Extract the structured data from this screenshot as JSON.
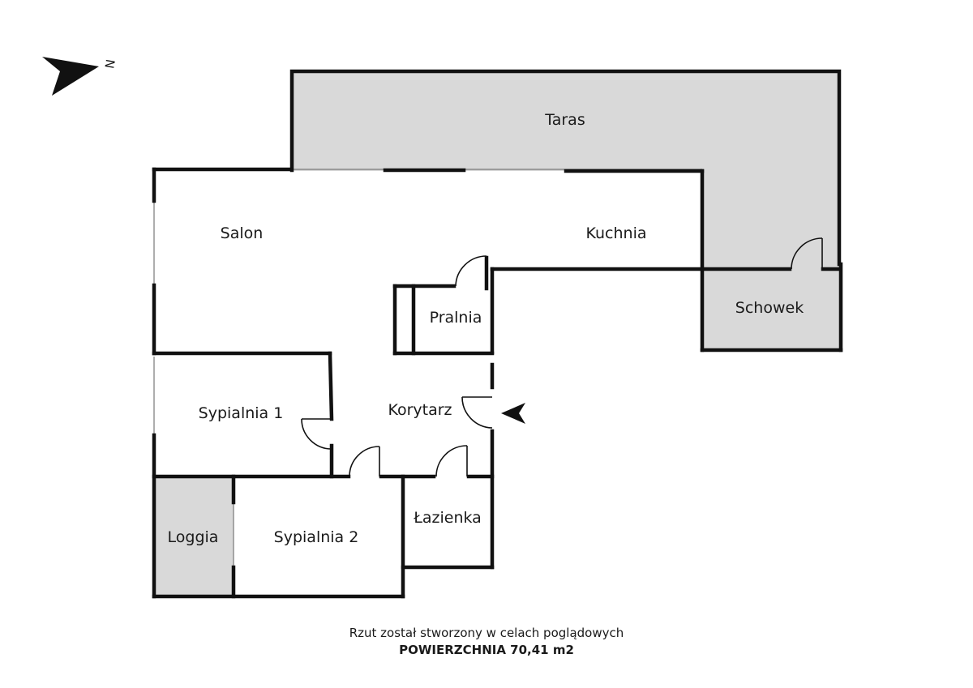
{
  "rooms": {
    "taras": "Taras",
    "salon": "Salon",
    "kuchnia": "Kuchnia",
    "pralnia": "Pralnia",
    "schowek": "Schowek",
    "sypialnia1": "Sypialnia 1",
    "korytarz": "Korytarz",
    "lazienka": "Łazienka",
    "loggia": "Loggia",
    "sypialnia2": "Sypialnia 2"
  },
  "compass": {
    "letter": "N"
  },
  "footer": {
    "note": "Rzut został stworzony w celach poglądowych",
    "area": "POWIERZCHNIA 70,41 m2"
  },
  "colors": {
    "outdoor_fill": "#d9d9d9",
    "wall": "#111111",
    "window": "#777777"
  }
}
